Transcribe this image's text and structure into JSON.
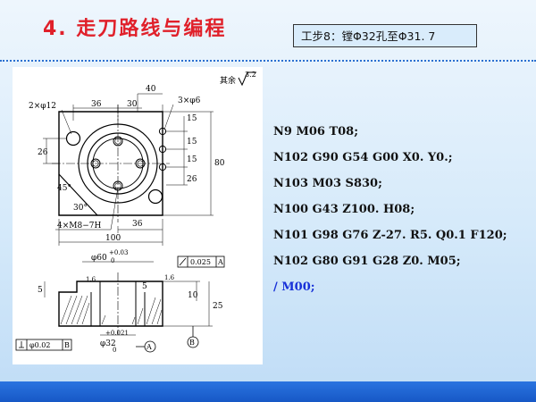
{
  "header": {
    "title": "4. 走刀路线与编程",
    "step": "工步8：镗Φ32孔至Φ31. 7"
  },
  "drawing": {
    "roughness_label": "其余",
    "roughness_value": "3.2",
    "roughness_fine": "1.6",
    "dims": {
      "d40": "40",
      "d36a": "36",
      "d30": "30",
      "d3phi6": "3×φ6",
      "d2phi12": "2×φ12",
      "d15a": "15",
      "d15b": "15",
      "d15c": "15",
      "d26a": "26",
      "d26b": "26",
      "d80": "80",
      "d45": "45°",
      "d30deg": "30°",
      "thread": "4×M8−7H",
      "d36b": "36",
      "d100": "100",
      "phi60": "φ60",
      "phi60_tol_up": "+0.03",
      "phi60_tol_low": "0",
      "flat_tol": "0.025",
      "ref_a": "A",
      "ref_b": "B",
      "d5a": "5",
      "d5b": "5",
      "d10": "10",
      "d25": "25",
      "phi32": "φ32",
      "phi32_tol_up": "+0.021",
      "phi32_tol_low": "0",
      "perp_tol": "φ0.02"
    }
  },
  "program": {
    "lines": [
      "N9 M06 T08;",
      "N102 G90 G54 G00 X0. Y0.;",
      "N103 M03 S830;",
      "N100 G43 Z100. H08;",
      "N101 G98 G76 Z-27. R5. Q0.1 F120;",
      "N102 G80 G91 G28 Z0. M05;",
      "/ M00;"
    ]
  },
  "colors": {
    "title": "#e0202a",
    "code_highlight": "#1730d8",
    "footer": "#1758c6"
  }
}
